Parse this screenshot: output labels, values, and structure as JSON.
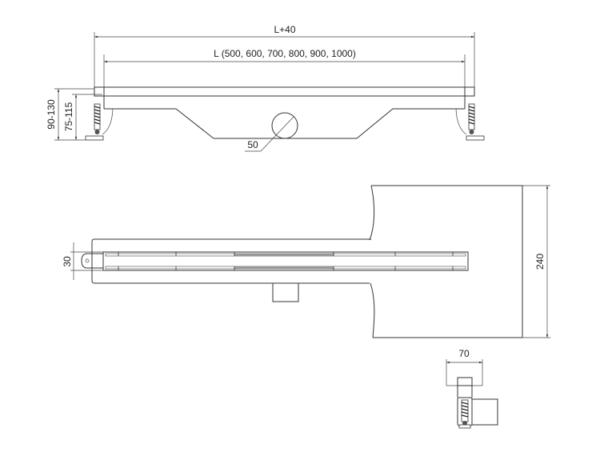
{
  "top_view": {
    "overall_length_label": "L+40",
    "length_label": "L (500, 600, 700, 800, 900, 1000)",
    "outlet_diameter_label": "50",
    "height_range_outer_label": "90-130",
    "height_range_inner_label": "75-115"
  },
  "plan_view": {
    "width_label": "30",
    "floor_depth_label": "240"
  },
  "side_view": {
    "width_label": "70"
  }
}
